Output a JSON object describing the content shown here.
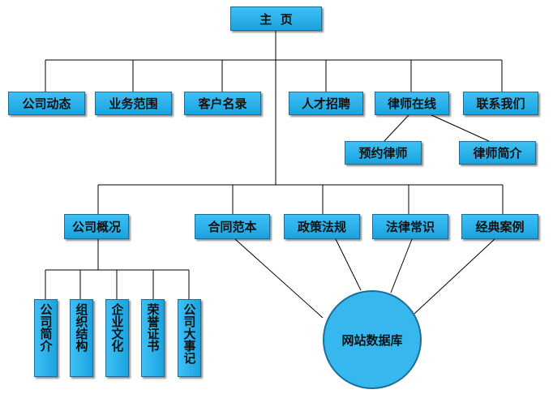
{
  "root": "主  页",
  "row1": [
    "公司动态",
    "业务范围",
    "客户名录",
    "人才招聘",
    "律师在线",
    "联系我们"
  ],
  "lawyer_children": [
    "预约律师",
    "律师简介"
  ],
  "row2": [
    "公司概况",
    "合同范本",
    "政策法规",
    "法律常识",
    "经典案例"
  ],
  "company_children": [
    "公司简介",
    "组织结构",
    "企业文化",
    "荣誉证书",
    "公司大事记"
  ],
  "database": "网站数据库"
}
